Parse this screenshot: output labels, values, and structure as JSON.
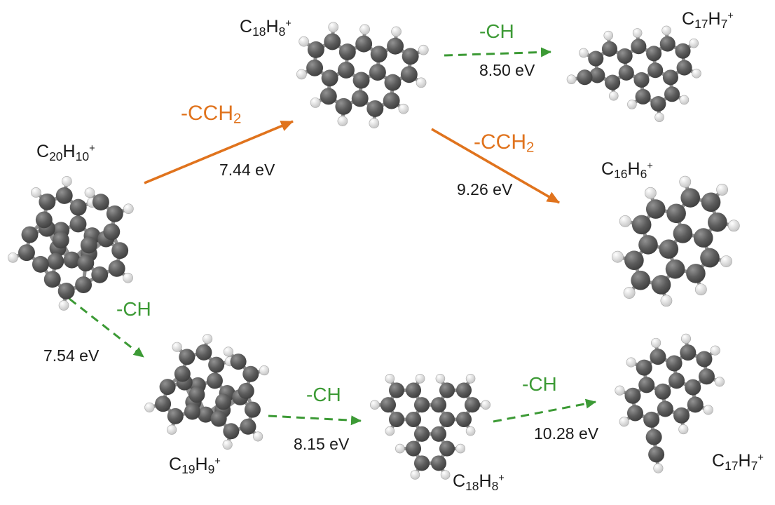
{
  "figure": {
    "background": "#ffffff",
    "colors": {
      "orange": "#e0731d",
      "green": "#3c9a35",
      "text": "#1a1a1a"
    }
  },
  "species": [
    {
      "id": "c20h10",
      "sym1": "C",
      "sub1": "20",
      "sym2": "H",
      "sub2": "10",
      "charge": "+"
    },
    {
      "id": "c18h8_top",
      "sym1": "C",
      "sub1": "18",
      "sym2": "H",
      "sub2": "8",
      "charge": "+"
    },
    {
      "id": "c17h7_top_right",
      "sym1": "C",
      "sub1": "17",
      "sym2": "H",
      "sub2": "7",
      "charge": "+"
    },
    {
      "id": "c16h6",
      "sym1": "C",
      "sub1": "16",
      "sym2": "H",
      "sub2": "6",
      "charge": "+"
    },
    {
      "id": "c19h9",
      "sym1": "C",
      "sub1": "19",
      "sym2": "H",
      "sub2": "9",
      "charge": "+"
    },
    {
      "id": "c18h8_bottom",
      "sym1": "C",
      "sub1": "18",
      "sym2": "H",
      "sub2": "8",
      "charge": "+"
    },
    {
      "id": "c17h7_bottom",
      "sym1": "C",
      "sub1": "17",
      "sym2": "H",
      "sub2": "7",
      "charge": "+"
    }
  ],
  "reactions": [
    {
      "loss": "-CCH",
      "loss_sub": "2",
      "energy": "7.44 eV",
      "style": "solid-orange",
      "from": "c20h10",
      "to": "c18h8_top"
    },
    {
      "loss": "-CH",
      "loss_sub": "",
      "energy": "8.50 eV",
      "style": "dashed-green",
      "from": "c18h8_top",
      "to": "c17h7_top_right"
    },
    {
      "loss": "-CCH",
      "loss_sub": "2",
      "energy": "9.26 eV",
      "style": "solid-orange",
      "from": "c18h8_top",
      "to": "c16h6"
    },
    {
      "loss": "-CH",
      "loss_sub": "",
      "energy": "7.54 eV",
      "style": "dashed-green",
      "from": "c20h10",
      "to": "c19h9"
    },
    {
      "loss": "-CH",
      "loss_sub": "",
      "energy": "8.15 eV",
      "style": "dashed-green",
      "from": "c19h9",
      "to": "c18h8_bottom"
    },
    {
      "loss": "-CH",
      "loss_sub": "",
      "energy": "10.28 eV",
      "style": "dashed-green",
      "from": "c18h8_bottom",
      "to": "c17h7_bottom"
    }
  ]
}
